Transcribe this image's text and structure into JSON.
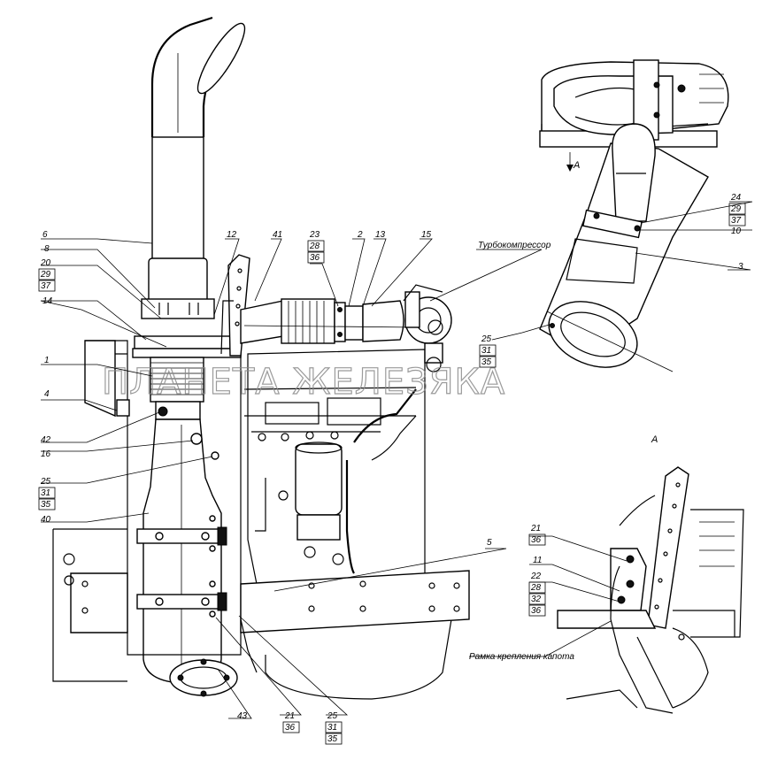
{
  "watermark": "ПЛАНЕТА ЖЕЛЕЗЯКА",
  "view_label_top": "А",
  "view_label_side": "А",
  "callouts": {
    "c6": "6",
    "c8": "8",
    "c20": "20",
    "c29a": "29",
    "c37a": "37",
    "c14": "14",
    "c1": "1",
    "c4": "4",
    "c42": "42",
    "c16": "16",
    "c25a": "25",
    "c31a": "31",
    "c35a": "35",
    "c40": "40",
    "c12": "12",
    "c41": "41",
    "c23": "23",
    "c28a": "28",
    "c36a": "36",
    "c2": "2",
    "c13": "13",
    "c15": "15",
    "c24": "24",
    "c29b": "29",
    "c37b": "37",
    "c10": "10",
    "c3": "3",
    "c25b": "25",
    "c31b": "31",
    "c35b": "35",
    "c5": "5",
    "c43": "43",
    "c21a": "21",
    "c36b": "36",
    "c25c": "25",
    "c31c": "31",
    "c35c": "35",
    "c21b": "21",
    "c36c": "36",
    "c11": "11",
    "c22": "22",
    "c28b": "28",
    "c32": "32",
    "c36d": "36"
  },
  "notes": {
    "turbo": "Турбокомпрессор",
    "hood_frame": "Рамка крепления капота"
  }
}
